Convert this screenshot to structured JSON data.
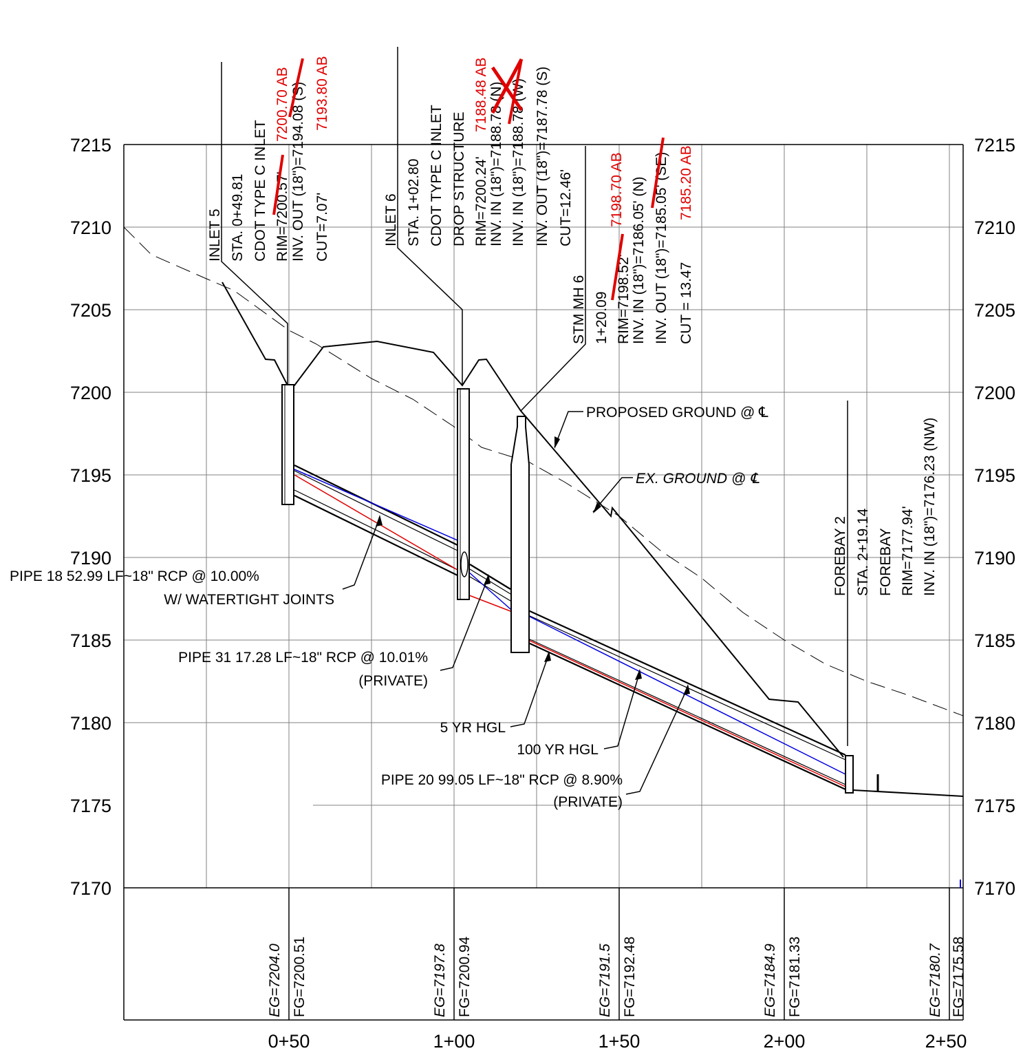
{
  "profile": {
    "elevations": [
      "7215",
      "7210",
      "7205",
      "7200",
      "7195",
      "7190",
      "7185",
      "7180",
      "7175",
      "7170"
    ],
    "stations": [
      "0+50",
      "1+00",
      "1+50",
      "2+00",
      "2+50"
    ],
    "bottom_labels": [
      {
        "eg": "EG=7204.0",
        "fg": "FG=7200.51"
      },
      {
        "eg": "EG=7197.8",
        "fg": "FG=7200.94"
      },
      {
        "eg": "EG=7191.5",
        "fg": "FG=7192.48"
      },
      {
        "eg": "EG=7184.9",
        "fg": "FG=7181.33"
      },
      {
        "eg": "EG=7180.7",
        "fg": "FG=7175.58"
      }
    ]
  },
  "structures": {
    "inlet5": {
      "lines": [
        "INLET 5",
        "STA. 0+49.81",
        "CDOT TYPE C INLET",
        "RIM=7200.57'",
        "INV. OUT (18\")=7194.08 (S)",
        "CUT=7.07'"
      ],
      "rim_red": "7200.70 AB",
      "inv_red": "7193.80 AB"
    },
    "inlet6": {
      "lines": [
        "INLET 6",
        "STA. 1+02.80",
        "CDOT TYPE C INLET",
        "DROP STRUCTURE",
        "RIM=7200.24'",
        "INV. IN (18\")=7188.78 (N)",
        "INV. IN (18\")=7188.78 (W)",
        "INV. OUT (18\")=7187.78 (S)",
        "CUT=12.46'"
      ],
      "red": "7188.48 AB"
    },
    "mh6": {
      "lines": [
        "STM MH 6",
        "1+20.09",
        "RIM=7198.52'",
        "INV. IN (18\")=7186.05' (N)",
        "INV. OUT (18\")=7185.05' (SE)",
        "CUT = 13.47"
      ],
      "rim_red": "7198.70 AB",
      "inv_red": "7185.20 AB"
    },
    "forebay2": {
      "lines": [
        "FOREBAY 2",
        "STA. 2+19.14",
        "FOREBAY",
        "RIM=7177.94'",
        "INV. IN (18\")=7176.23 (NW)"
      ]
    }
  },
  "callouts": {
    "proposed_ground": "PROPOSED GROUND @ ℄",
    "ex_ground": "EX. GROUND @ ℄",
    "pipe18": [
      "PIPE 18 52.99 LF~18\" RCP @ 10.00%",
      "W/ WATERTIGHT JOINTS"
    ],
    "pipe31": [
      "PIPE 31 17.28 LF~18\" RCP @ 10.01%",
      "(PRIVATE)"
    ],
    "hgl5": "5 YR HGL",
    "hgl100": "100 YR HGL",
    "pipe20": [
      "PIPE 20 99.05 LF~18\" RCP @ 8.90%",
      "(PRIVATE)"
    ]
  },
  "colors": {
    "hgl_5yr": "#e00000",
    "hgl_100yr": "#0000e0",
    "revision": "#e00000"
  }
}
